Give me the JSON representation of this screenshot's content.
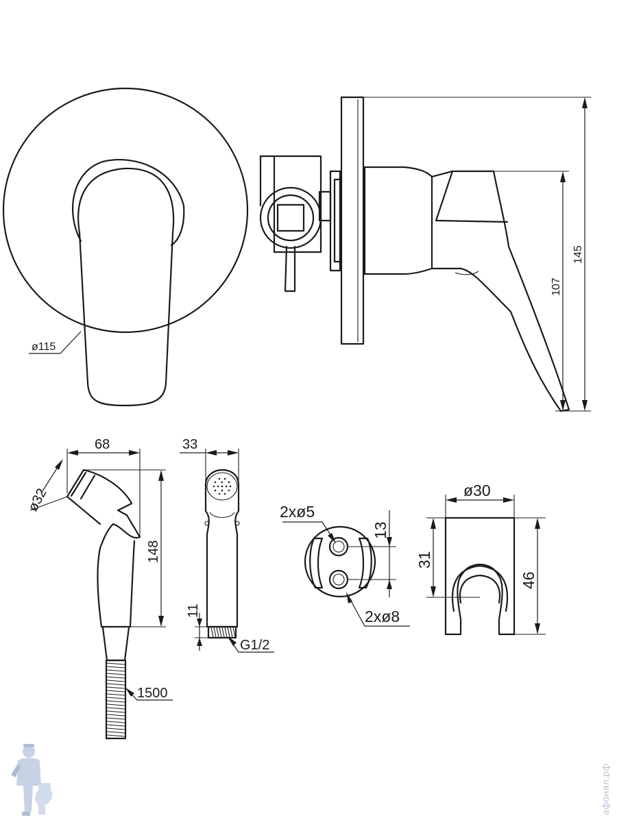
{
  "dimensions": {
    "rosette_diameter": "ø115",
    "body_total_height": "145",
    "lever_height": "107",
    "shower_length": "68",
    "shower_head_diameter": "ø32",
    "shower_height": "148",
    "shower_thickness": "33",
    "connector_length": "11",
    "thread": "G1/2",
    "hose_length": "1500",
    "holder_small_holes": "2xø5",
    "holder_hole_spacing": "13",
    "holder_large_holes": "2xø8",
    "holder_width": "ø30",
    "holder_mount_height": "31",
    "holder_height": "46"
  },
  "watermark": {
    "site_text": "афонял.рф",
    "logo_icon": "plumber-mascot-icon"
  },
  "colors": {
    "line": "#1a1a1a",
    "watermark": "#b9c4d4"
  }
}
